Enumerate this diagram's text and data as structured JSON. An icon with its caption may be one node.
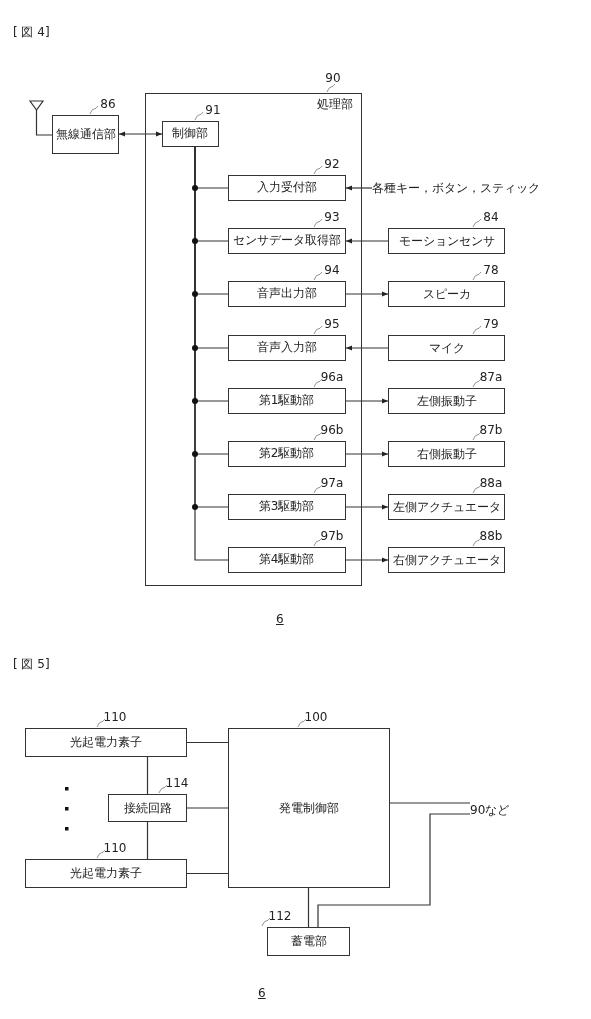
{
  "diagram": {
    "nodes": [
      {
        "text": [
          "処理部"
        ],
        "beside": [
          "90"
        ]
      },
      {
        "text": [
          "無線通信部"
        ],
        "beside": [
          "86"
        ]
      },
      {
        "text": [
          "制御部"
        ],
        "in": 0,
        "beside": [
          "91"
        ]
      },
      {
        "text": [
          "入力受付部"
        ],
        "in": 0,
        "beside": [
          "92"
        ]
      },
      {
        "text": [
          "各種キー，ボタン，スティック"
        ]
      },
      {
        "text": [
          "センサデータ取得部"
        ],
        "in": 0,
        "beside": [
          "93"
        ]
      },
      {
        "text": [
          "モーションセンサ"
        ],
        "beside": [
          "84"
        ]
      },
      {
        "text": [
          "音声出力部"
        ],
        "in": 0,
        "beside": [
          "94"
        ]
      },
      {
        "text": [
          "スピーカ"
        ],
        "beside": [
          "78"
        ]
      },
      {
        "text": [
          "音声入力部"
        ],
        "in": 0,
        "beside": [
          "95"
        ]
      },
      {
        "text": [
          "マイク"
        ],
        "beside": [
          "79"
        ]
      },
      {
        "text": [
          "第1駆動部"
        ],
        "in": 0,
        "beside": [
          "96a"
        ]
      },
      {
        "text": [
          "左側振動子"
        ],
        "beside": [
          "87a"
        ]
      },
      {
        "text": [
          "第2駆動部"
        ],
        "in": 0,
        "beside": [
          "96b"
        ]
      },
      {
        "text": [
          "右側振動子"
        ],
        "beside": [
          "87b"
        ]
      },
      {
        "text": [
          "第3駆動部"
        ],
        "in": 0,
        "beside": [
          "97a"
        ]
      },
      {
        "text": [
          "左側アクチュエータ"
        ],
        "beside": [
          "88a"
        ]
      },
      {
        "text": [
          "第4駆動部"
        ],
        "in": 0,
        "beside": [
          "97b"
        ]
      },
      {
        "text": [
          "右側アクチュエータ"
        ],
        "beside": [
          "88b"
        ]
      },
      {
        "text": [],
        "shape": "antenna"
      },
      {
        "text": [
          "光起電力素子"
        ],
        "beside": [
          "110"
        ]
      },
      {
        "text": [
          "接続回路"
        ],
        "beside": [
          "114"
        ]
      },
      {
        "text": [
          "光起電力素子"
        ],
        "beside": [
          "110"
        ]
      },
      {
        "text": [
          "発電制御部"
        ],
        "beside": [
          "100"
        ]
      },
      {
        "text": [
          "蓄電部"
        ],
        "beside": [
          "112"
        ]
      },
      {
        "text": [
          "90など"
        ]
      }
    ],
    "edges": [
      {
        "from": 1,
        "to": 2,
        "arrow": "both"
      },
      {
        "from": 19,
        "to": 1,
        "arrow": "none"
      },
      {
        "from": 2,
        "to": 3,
        "arrow": "none"
      },
      {
        "from": 2,
        "to": 5,
        "arrow": "none"
      },
      {
        "from": 2,
        "to": 7,
        "arrow": "none"
      },
      {
        "from": 2,
        "to": 9,
        "arrow": "none"
      },
      {
        "from": 2,
        "to": 11,
        "arrow": "none"
      },
      {
        "from": 2,
        "to": 13,
        "arrow": "none"
      },
      {
        "from": 2,
        "to": 15,
        "arrow": "none"
      },
      {
        "from": 2,
        "to": 17,
        "arrow": "none"
      },
      {
        "from": 4,
        "to": 3,
        "arrow": "to"
      },
      {
        "from": 6,
        "to": 5,
        "arrow": "to"
      },
      {
        "from": 7,
        "to": 8,
        "arrow": "to"
      },
      {
        "from": 10,
        "to": 9,
        "arrow": "to"
      },
      {
        "from": 11,
        "to": 12,
        "arrow": "to"
      },
      {
        "from": 13,
        "to": 14,
        "arrow": "to"
      },
      {
        "from": 15,
        "to": 16,
        "arrow": "to"
      },
      {
        "from": 17,
        "to": 18,
        "arrow": "to"
      },
      {
        "from": 20,
        "to": 23,
        "arrow": "none"
      },
      {
        "from": 20,
        "to": 21,
        "arrow": "none"
      },
      {
        "from": 21,
        "to": 23,
        "arrow": "none"
      },
      {
        "from": 21,
        "to": 22,
        "arrow": "none"
      },
      {
        "from": 22,
        "to": 23,
        "arrow": "none"
      },
      {
        "from": 23,
        "to": 24,
        "arrow": "none"
      },
      {
        "from": 23,
        "to": 25,
        "arrow": "none"
      },
      {
        "from": 24,
        "to": 25,
        "arrow": "none"
      }
    ],
    "labels": [
      "[ 図 4]",
      "6",
      "[ 図 5]",
      "6"
    ]
  }
}
